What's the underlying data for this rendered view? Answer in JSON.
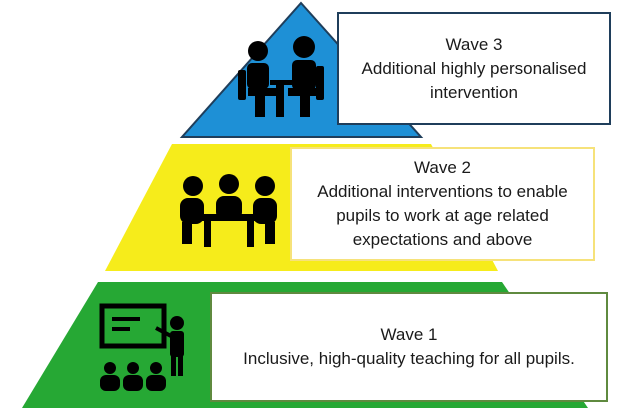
{
  "colors": {
    "tier_top": "#1e90d6",
    "tier_middle": "#f6ec1b",
    "tier_bottom": "#26a834",
    "outline": "#1f3e5b",
    "icon": "#000000"
  },
  "tiers": [
    {
      "title": "Wave 3",
      "lines": [
        "Additional highly personalised",
        "intervention"
      ],
      "icon": "one-to-one-meeting-icon"
    },
    {
      "title": "Wave 2",
      "lines": [
        "Additional interventions to enable",
        "pupils to work at age related",
        "expectations and above"
      ],
      "icon": "group-table-icon"
    },
    {
      "title": "Wave 1",
      "lines": [
        "Inclusive, high-quality teaching for all pupils."
      ],
      "icon": "teacher-classroom-icon"
    }
  ]
}
